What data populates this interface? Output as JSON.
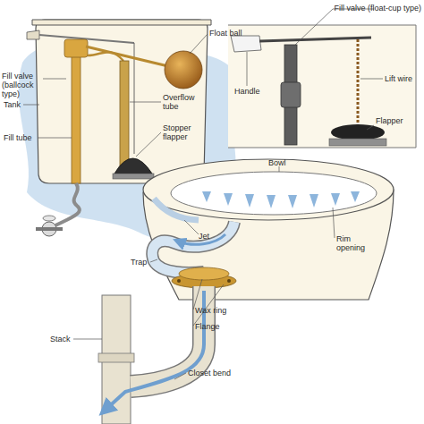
{
  "diagram": {
    "labels": [
      "Float ball",
      "Fill valve (ballcock type)",
      "Tank",
      "Fill tube",
      "Overflow tube",
      "Stopper flapper",
      "Fill valve (float-cup type)",
      "Handle",
      "Lift wire",
      "Flapper",
      "Bowl",
      "Jet",
      "Rim opening",
      "Trap",
      "Wax ring",
      "Flange",
      "Stack",
      "Closet bend"
    ]
  }
}
